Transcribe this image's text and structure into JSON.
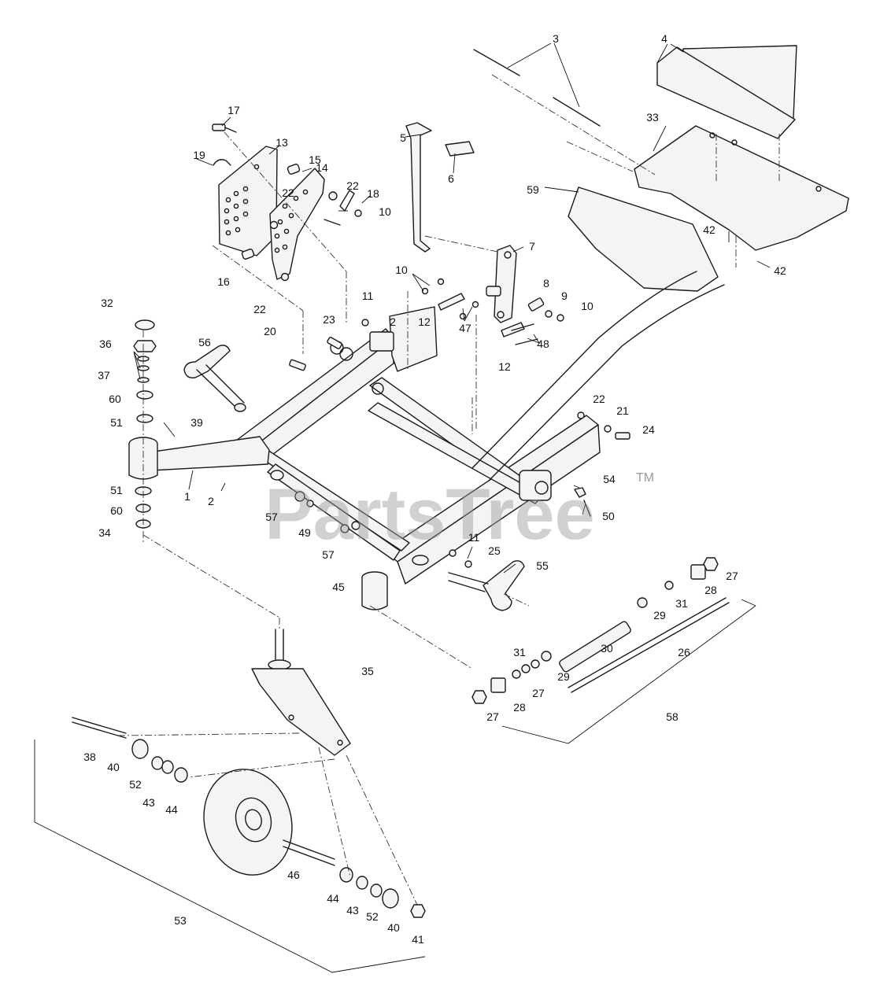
{
  "watermark": {
    "text": "PartsTree",
    "trademark": "TM"
  },
  "callouts": {
    "c1": "1",
    "c2a": "2",
    "c2b": "2",
    "c3": "3",
    "c4": "4",
    "c5": "5",
    "c6": "6",
    "c7": "7",
    "c8": "8",
    "c9": "9",
    "c10a": "10",
    "c10b": "10",
    "c10c": "10",
    "c11a": "11",
    "c11b": "11",
    "c12a": "12",
    "c12b": "12",
    "c13": "13",
    "c14": "14",
    "c15": "15",
    "c16": "16",
    "c17": "17",
    "c18": "18",
    "c19": "19",
    "c20": "20",
    "c21": "21",
    "c22a": "22",
    "c22b": "22",
    "c22c": "22",
    "c22d": "22",
    "c23": "23",
    "c24": "24",
    "c25": "25",
    "c26": "26",
    "c27a": "27",
    "c27b": "27",
    "c27c": "27",
    "c28a": "28",
    "c28b": "28",
    "c29a": "29",
    "c29b": "29",
    "c30": "30",
    "c31a": "31",
    "c31b": "31",
    "c32": "32",
    "c33": "33",
    "c34": "34",
    "c35": "35",
    "c36": "36",
    "c37": "37",
    "c38": "38",
    "c39": "39",
    "c40a": "40",
    "c40b": "40",
    "c41": "41",
    "c42a": "42",
    "c42b": "42",
    "c43a": "43",
    "c43b": "43",
    "c44a": "44",
    "c44b": "44",
    "c45": "45",
    "c46": "46",
    "c47": "47",
    "c48": "48",
    "c49": "49",
    "c50": "50",
    "c51a": "51",
    "c51b": "51",
    "c52a": "52",
    "c52b": "52",
    "c53": "53",
    "c54": "54",
    "c55": "55",
    "c56": "56",
    "c57a": "57",
    "c57b": "57",
    "c58": "58",
    "c59": "59",
    "c60a": "60",
    "c60b": "60"
  }
}
